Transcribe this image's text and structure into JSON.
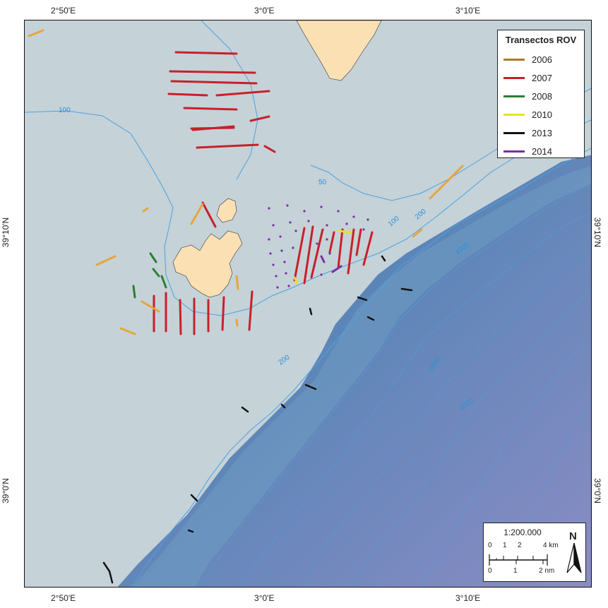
{
  "map": {
    "legend": {
      "title": "Transectos ROV",
      "items": [
        {
          "label": "2006",
          "color": "#b07a2a"
        },
        {
          "label": "2007",
          "color": "#c8202a"
        },
        {
          "label": "2008",
          "color": "#2e7d32"
        },
        {
          "label": "2010",
          "color": "#e6e02a"
        },
        {
          "label": "2013",
          "color": "#111111"
        },
        {
          "label": "2014",
          "color": "#7b2fa0"
        }
      ]
    },
    "top_ticks": [
      "2°50'E",
      "3°0'E",
      "3°10'E"
    ],
    "bottom_ticks": [
      "2°50'E",
      "3°0'E",
      "3°10'E"
    ],
    "left_ticks": [
      "39°10'N",
      "39°0'N"
    ],
    "right_ticks": [
      "39°10'N",
      "39°0'N"
    ],
    "contour_labels": [
      "100",
      "50",
      "100",
      "200",
      "200",
      "1000",
      "1000",
      "1000"
    ],
    "scale": {
      "ratio": "1:200.000",
      "km_labels": [
        "0",
        "1",
        "2",
        "4 km"
      ],
      "nm_labels": [
        "0",
        "1",
        "2 nm"
      ],
      "north": "N"
    },
    "colors": {
      "shelf": "#c4d1d8",
      "deep": "#7d86b8",
      "land": "#fbe0b4",
      "contour": "#4aa3df",
      "orange_2006": "#e8a53a"
    }
  }
}
